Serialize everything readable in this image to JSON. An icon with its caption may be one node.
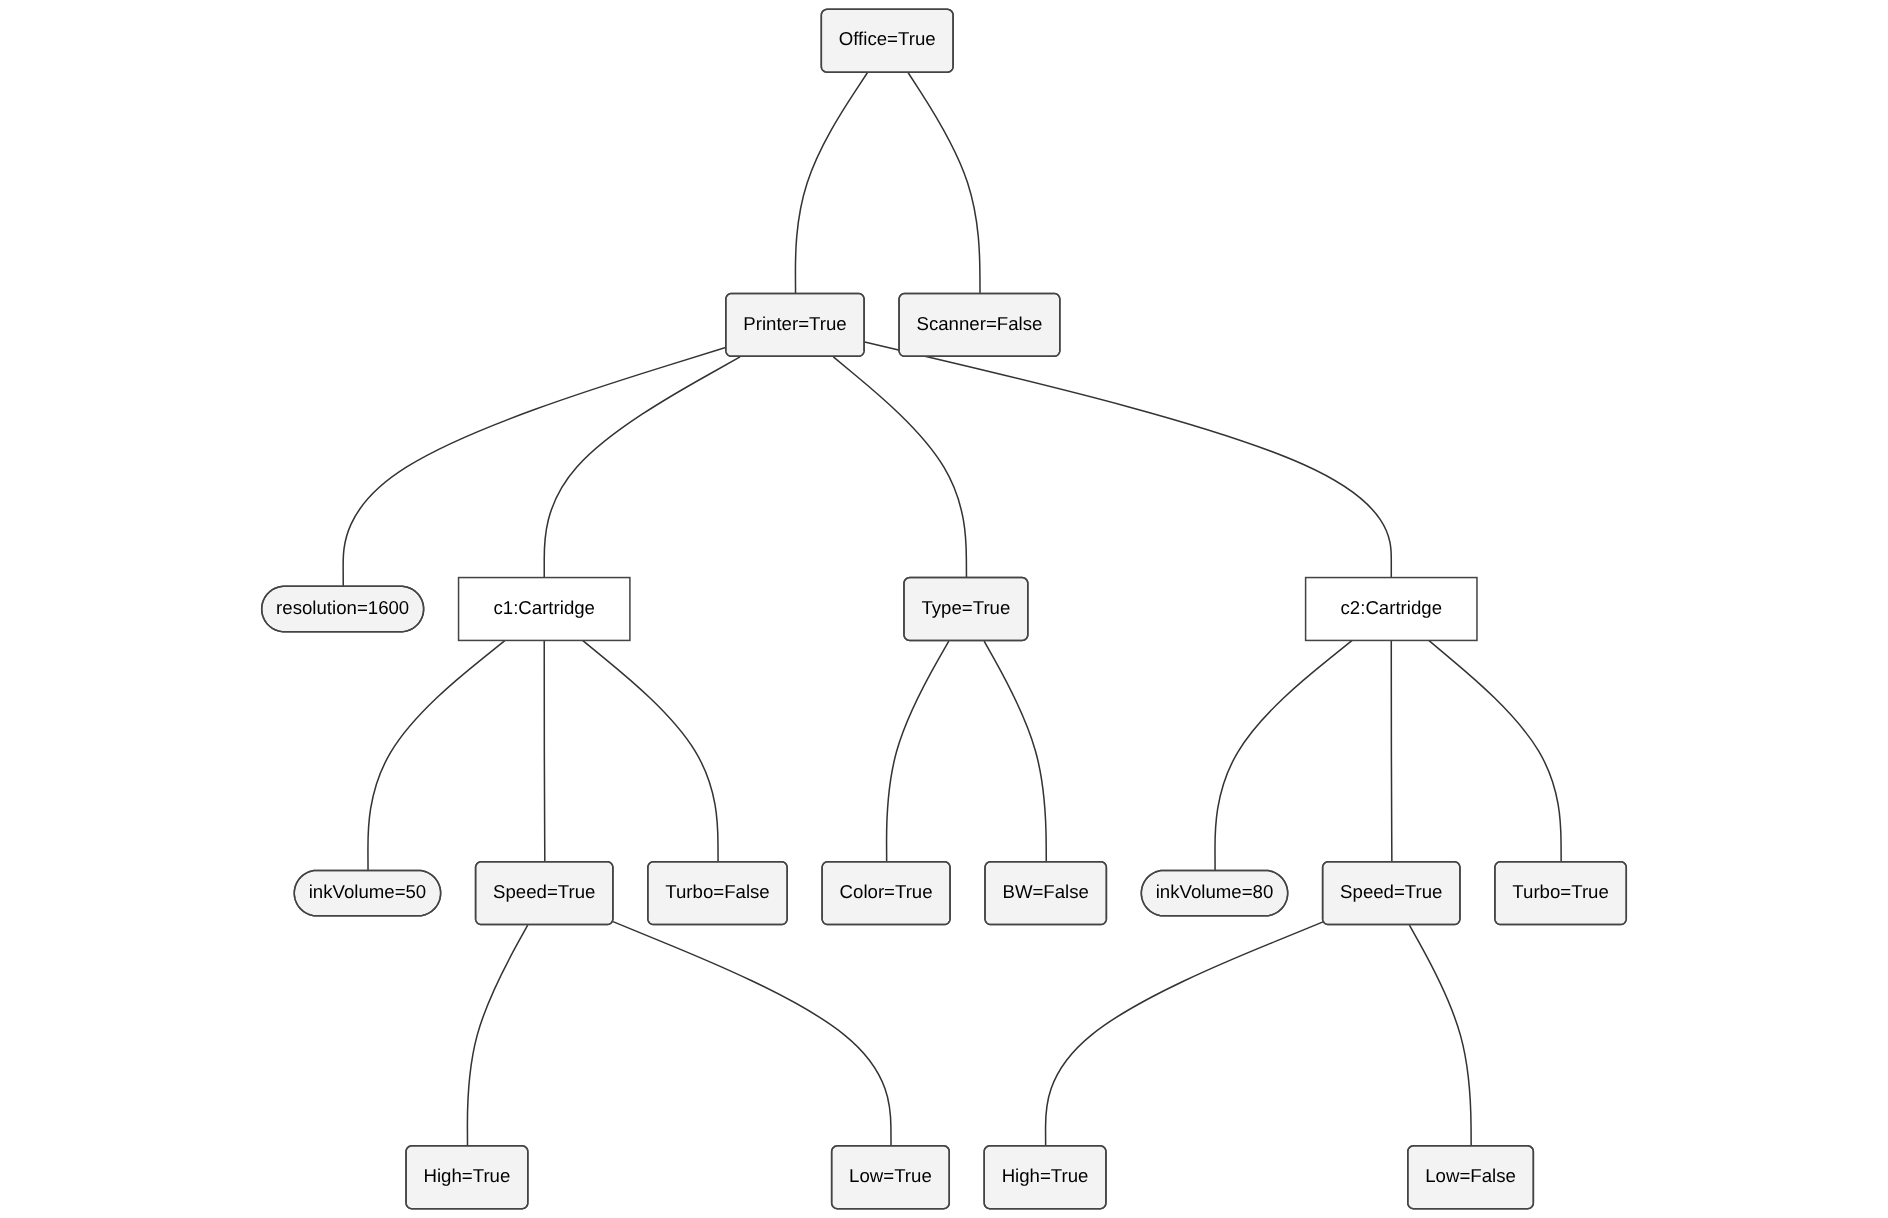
{
  "diagram": {
    "nodes": [
      {
        "text": [
          "Office=True"
        ]
      },
      {
        "text": [
          "Printer=True"
        ]
      },
      {
        "text": [
          "Scanner=False"
        ]
      },
      {
        "text": [
          "resolution=1600"
        ]
      },
      {
        "text": [
          "c1:Cartridge"
        ]
      },
      {
        "text": [
          "c2:Cartridge"
        ]
      },
      {
        "text": [
          "Type=True"
        ]
      },
      {
        "text": [
          "inkVolume=50"
        ]
      },
      {
        "text": [
          "Speed=True"
        ]
      },
      {
        "text": [
          "Turbo=False"
        ]
      },
      {
        "text": [
          "High=True"
        ]
      },
      {
        "text": [
          "Low=True"
        ]
      },
      {
        "text": [
          "Color=True"
        ]
      },
      {
        "text": [
          "BW=False"
        ]
      },
      {
        "text": [
          "inkVolume=80"
        ]
      },
      {
        "text": [
          "Speed=True"
        ]
      },
      {
        "text": [
          "Turbo=True"
        ]
      },
      {
        "text": [
          "High=True"
        ]
      },
      {
        "text": [
          "Low=False"
        ]
      }
    ],
    "edges": [
      {
        "from": 0,
        "to": 1,
        "arrow": "none"
      },
      {
        "from": 0,
        "to": 2,
        "arrow": "none"
      },
      {
        "from": 1,
        "to": 3,
        "arrow": "none"
      },
      {
        "from": 1,
        "to": 4,
        "arrow": "none"
      },
      {
        "from": 1,
        "to": 5,
        "arrow": "none"
      },
      {
        "from": 1,
        "to": 6,
        "arrow": "none"
      },
      {
        "from": 6,
        "to": 12,
        "arrow": "none"
      },
      {
        "from": 6,
        "to": 13,
        "arrow": "none"
      },
      {
        "from": 4,
        "to": 7,
        "arrow": "none"
      },
      {
        "from": 4,
        "to": 8,
        "arrow": "none"
      },
      {
        "from": 4,
        "to": 9,
        "arrow": "none"
      },
      {
        "from": 8,
        "to": 10,
        "arrow": "none"
      },
      {
        "from": 8,
        "to": 11,
        "arrow": "none"
      },
      {
        "from": 5,
        "to": 14,
        "arrow": "none"
      },
      {
        "from": 5,
        "to": 15,
        "arrow": "none"
      },
      {
        "from": 5,
        "to": 16,
        "arrow": "none"
      },
      {
        "from": 15,
        "to": 17,
        "arrow": "none"
      },
      {
        "from": 15,
        "to": 18,
        "arrow": "none"
      }
    ]
  }
}
